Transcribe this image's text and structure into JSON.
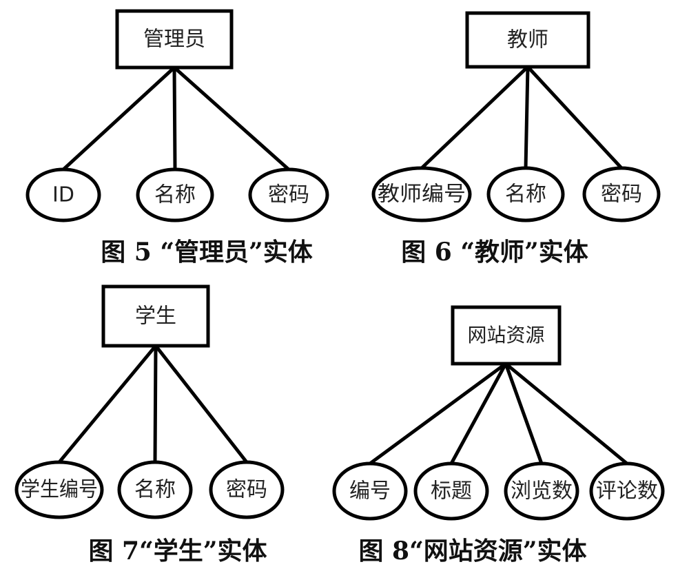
{
  "diagrams": [
    {
      "entity": "管理员",
      "attributes": [
        "ID",
        "名称",
        "密码"
      ],
      "caption": "图 5 “管理员”实体"
    },
    {
      "entity": "教师",
      "attributes": [
        "教师编号",
        "名称",
        "密码"
      ],
      "caption": "图 6 “教师”实体"
    },
    {
      "entity": "学生",
      "attributes": [
        "学生编号",
        "名称",
        "密码"
      ],
      "caption": "图 7“学生”实体"
    },
    {
      "entity": "网站资源",
      "attributes": [
        "编号",
        "标题",
        "浏览数",
        "评论数"
      ],
      "caption": "图 8“网站资源”实体"
    }
  ]
}
